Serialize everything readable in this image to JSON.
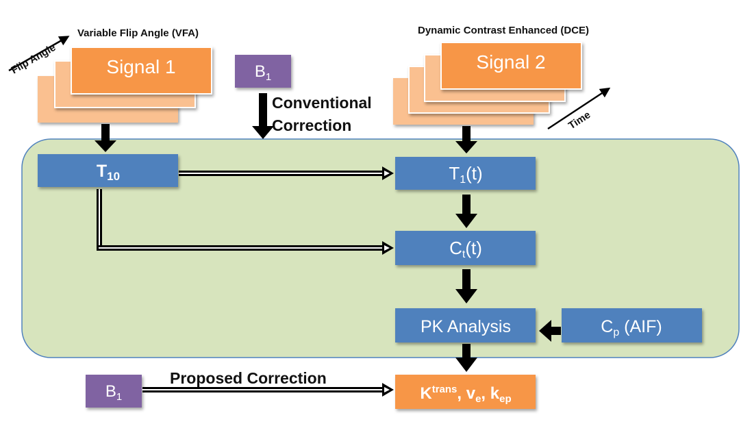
{
  "vfa": {
    "title": "Variable Flip Angle (VFA)",
    "axis_label": "Flip Angle",
    "signal_label": "Signal 1"
  },
  "dce": {
    "title": "Dynamic Contrast Enhanced (DCE)",
    "axis_label": "Time",
    "signal_label": "Signal 2"
  },
  "b1_top": {
    "main": "B",
    "sub": "1"
  },
  "conventional": {
    "line1": "Conventional",
    "line2": "Correction"
  },
  "t10": {
    "main": "T",
    "sub": "10"
  },
  "t1t": {
    "main": "T",
    "sub": "1",
    "suffix": "(t)"
  },
  "ctt": {
    "main": "C",
    "sub": "t",
    "suffix": "(t)"
  },
  "pk": {
    "label": "PK Analysis"
  },
  "cp": {
    "main": "C",
    "sub": "p",
    "suffix": " (AIF)"
  },
  "b1_bottom": {
    "main": "B",
    "sub": "1"
  },
  "proposed": {
    "label": "Proposed Correction"
  },
  "output": {
    "k": "K",
    "k_sup": "trans",
    "sep1": ", v",
    "v_sub": "e",
    "sep2": ", k",
    "k_sub": "ep"
  },
  "colors": {
    "orange": "#f79646",
    "orange_light": "#fac090",
    "blue": "#4f81bd",
    "purple": "#8064a2",
    "panel_green": "#d7e4bd",
    "panel_border": "#4f81bd"
  }
}
